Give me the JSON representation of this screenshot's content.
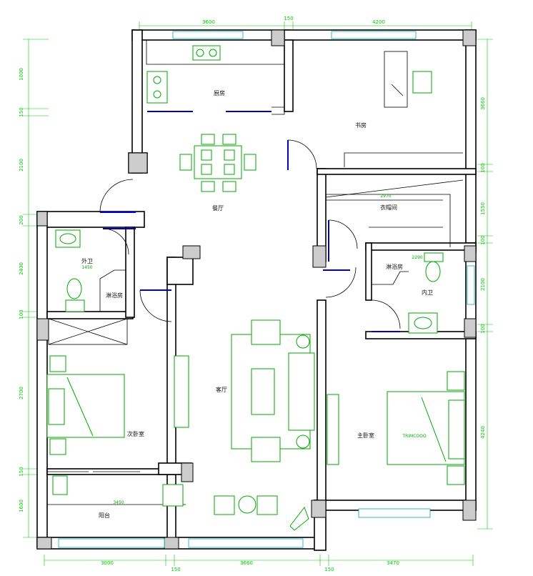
{
  "rooms": {
    "kitchen": "厨房",
    "study": "书房",
    "dining": "餐厅",
    "closet": "衣帽间",
    "bath_public": "外卫",
    "shower_public": "淋浴房",
    "shower_master": "淋浴房",
    "bath_master": "内卫",
    "living": "客厅",
    "second_bedroom": "次卧室",
    "master_bedroom": "主卧室",
    "balcony": "阳台"
  },
  "dims_top": [
    "3600",
    "150",
    "4200"
  ],
  "dims_bottom": [
    "3000",
    "150",
    "3660",
    "150",
    "3470"
  ],
  "dims_left": [
    "1000",
    "150",
    "2100",
    "200",
    "2400",
    "100",
    "2700",
    "150",
    "1600"
  ],
  "dims_right": [
    "3660",
    "100",
    "1550",
    "100",
    "2100",
    "100",
    "4240"
  ],
  "dims_inner": {
    "closet_width": "2970",
    "bath_width": "1450",
    "shower_label": "2290",
    "balcony_width": "3450"
  },
  "annotations": {
    "bed_text": "TRIMCOOO"
  },
  "colors": {
    "wall": "#000000",
    "fixture": "#00aa00",
    "dimension": "#00cc00",
    "window": "#00aaaa",
    "door_line": "#0000cc"
  }
}
